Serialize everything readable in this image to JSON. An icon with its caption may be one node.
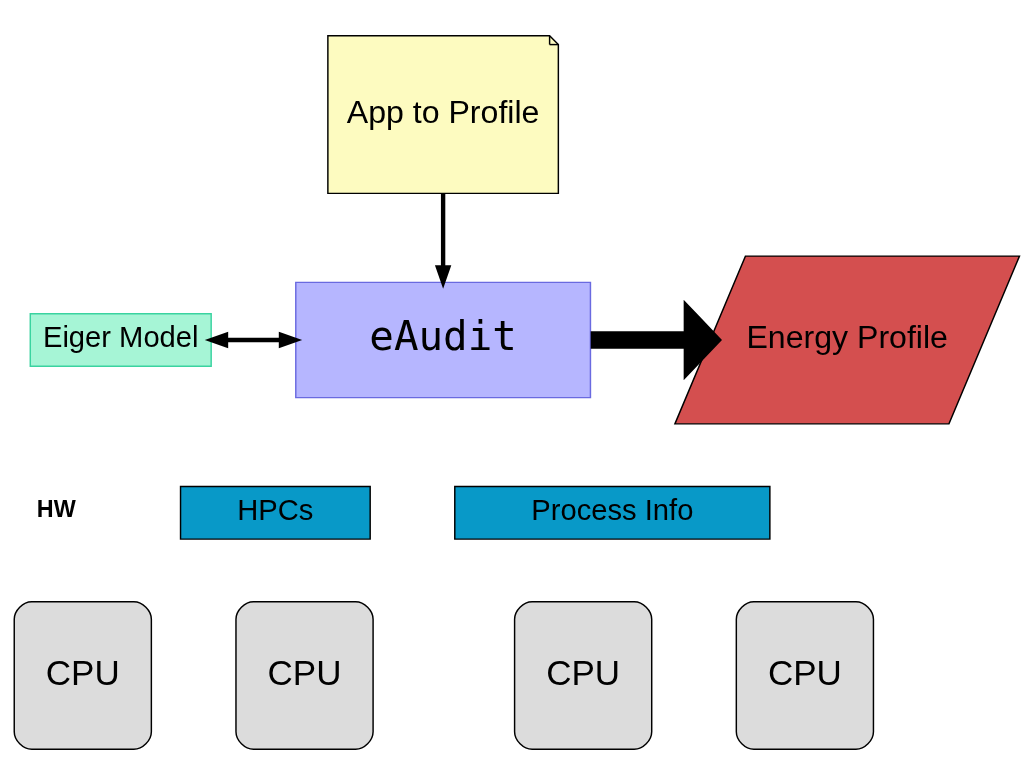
{
  "diagram": {
    "nodes": [
      {
        "text": [
          "App to Profile"
        ]
      },
      {
        "text": [
          "Eiger Model"
        ]
      },
      {
        "text": [
          "eAudit"
        ]
      },
      {
        "text": [
          "Energy Profile"
        ]
      },
      {
        "text": [
          "HPCs"
        ]
      },
      {
        "text": [
          "Process Info"
        ]
      },
      {
        "text": [
          "CPU"
        ]
      },
      {
        "text": [
          "CPU"
        ]
      },
      {
        "text": [
          "CPU"
        ]
      },
      {
        "text": [
          "CPU"
        ]
      }
    ],
    "edges": [
      {
        "from": 0,
        "to": 2,
        "arrow": "to"
      },
      {
        "from": 1,
        "to": 2,
        "arrow": "both"
      },
      {
        "from": 2,
        "to": 3,
        "arrow": "to",
        "style": "thick"
      }
    ],
    "labels": [
      "HW"
    ]
  }
}
